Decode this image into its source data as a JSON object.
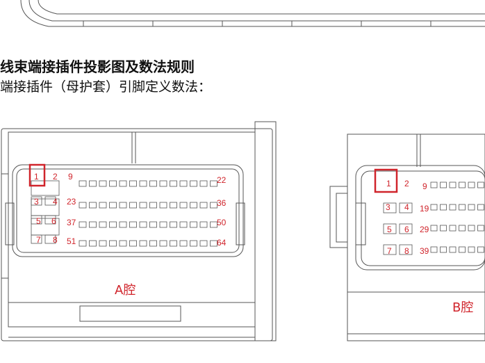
{
  "document": {
    "heading": "线束端接插件投影图及数法规则",
    "subheading": "端接插件（母护套）引脚定义数法："
  },
  "connector_a": {
    "cavity_label": "A腔",
    "pins": {
      "p1": "1",
      "p2": "2",
      "p9": "9",
      "p22": "22",
      "p3": "3",
      "p4": "4",
      "p23": "23",
      "p36": "36",
      "p5": "5",
      "p6": "6",
      "p37": "37",
      "p50": "50",
      "p7": "7",
      "p8": "8",
      "p51": "51",
      "p64": "64"
    }
  },
  "connector_b": {
    "cavity_label": "B腔",
    "pins": {
      "p1": "1",
      "p2": "2",
      "p9": "9",
      "p3": "3",
      "p4": "4",
      "p19": "19",
      "p5": "5",
      "p6": "6",
      "p29": "29",
      "p7": "7",
      "p8": "8",
      "p39": "39"
    }
  },
  "colors": {
    "line": "#555555",
    "annotation": "#d0242b"
  }
}
